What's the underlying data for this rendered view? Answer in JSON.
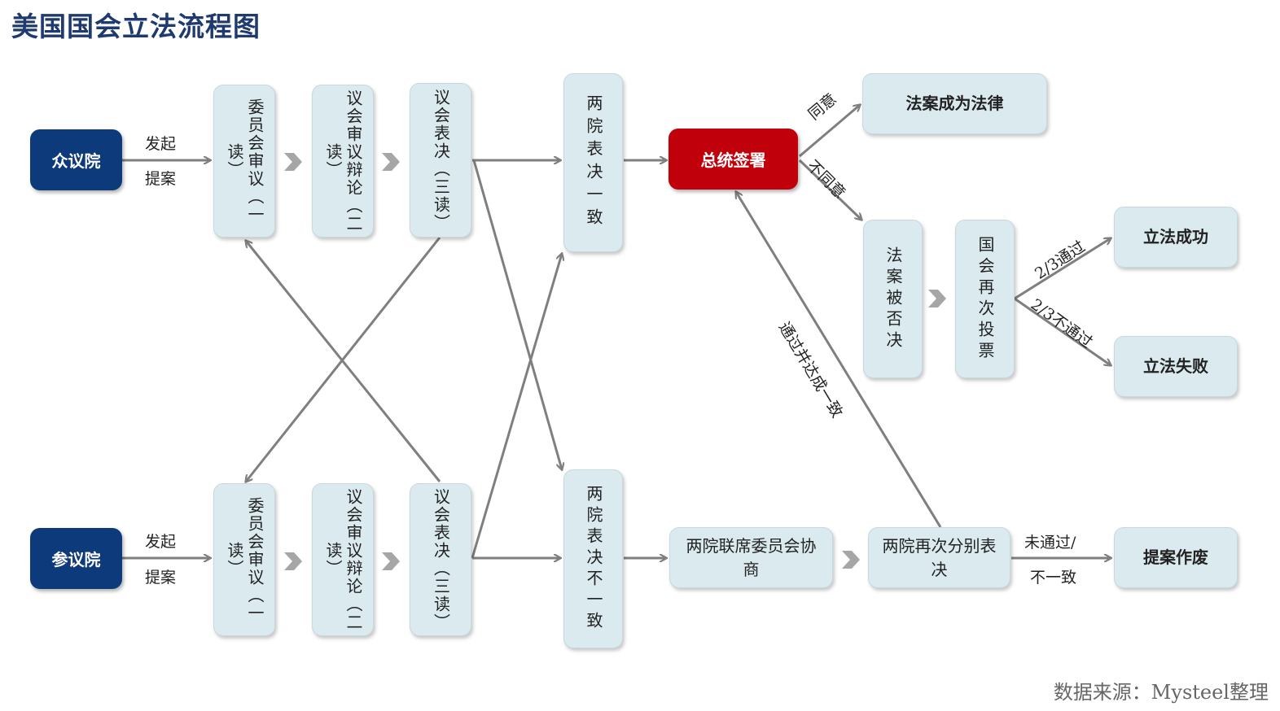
{
  "title": "美国国会立法流程图",
  "source": "数据来源：Mysteel整理",
  "colors": {
    "navy": "#0d3a7a",
    "red": "#c0000b",
    "box": "#dbeaee",
    "arrow": "#7f7f7f"
  },
  "nodes": {
    "house": "众议院",
    "senate": "参议院",
    "house_committee": "委员会审议（一读）",
    "house_debate": "议会审议辩论（二读）",
    "house_vote": "议会表决（三读）",
    "senate_committee": "委员会审议（一读）",
    "senate_debate": "议会审议辩论（二读）",
    "senate_vote": "议会表决（三读）",
    "agree": "两院表决一致",
    "disagree": "两院表决不一致",
    "president": "总统签署",
    "law": "法案成为法律",
    "veto": "法案被否决",
    "revote": "国会再次投票",
    "success": "立法成功",
    "fail": "立法失败",
    "conference": "两院联席委员会协商",
    "separate_vote": "两院再次分别表决",
    "abandon": "提案作废"
  },
  "edge_labels": {
    "house_initiate": "发起",
    "house_propose": "提案",
    "senate_initiate": "发起",
    "senate_propose": "提案",
    "approve": "同意",
    "reject": "不同意",
    "two_thirds_pass": "2/3通过",
    "two_thirds_fail": "2/3不通过",
    "passed_agreed": "通过并达成一致",
    "not_passed": "未通过/",
    "inconsistent": "不一致"
  }
}
